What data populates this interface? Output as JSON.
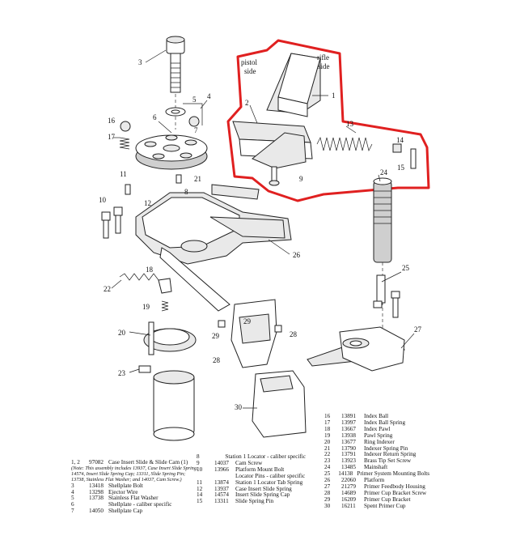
{
  "callouts": [
    "1",
    "2",
    "3",
    "4",
    "5",
    "6",
    "7",
    "8",
    "9",
    "10",
    "11",
    "12",
    "13",
    "14",
    "15",
    "16",
    "17",
    "18",
    "19",
    "20",
    "21",
    "22",
    "23",
    "24",
    "25",
    "26",
    "27",
    "28",
    "29",
    "30"
  ],
  "side_labels": {
    "pistol": "pistol",
    "pistol_side": "side",
    "rifle": "rifle",
    "rifle_side": "side"
  },
  "highlight_color": "#e02020",
  "legend_col1": [
    {
      "num": "1, 2",
      "code": "97082",
      "desc": "Case Insert Slide & Slide Cam (1)",
      "note": "(Note: This assembly includes 13937, Case Insert Slide Spring; 14574, Insert Slide Spring Cap; 13311, Slide Spring Pin; 13738, Stainless Flat Washer; and 14037, Cam Screw.)"
    },
    {
      "num": "3",
      "code": "13418",
      "desc": "Shellplate Bolt"
    },
    {
      "num": "4",
      "code": "13298",
      "desc": "Ejector Wire"
    },
    {
      "num": "5",
      "code": "13738",
      "desc": "Stainless Flat Washer"
    },
    {
      "num": "6",
      "code": "",
      "desc": "Shellplate - caliber specific"
    },
    {
      "num": "7",
      "code": "14050",
      "desc": "Shellplate Cap"
    }
  ],
  "legend_col2": [
    {
      "num": "8",
      "code": "",
      "desc": "Station 1 Locator - caliber specific"
    },
    {
      "num": "9",
      "code": "14037",
      "desc": "Cam Screw"
    },
    {
      "num": "10",
      "code": "13966",
      "desc": "Platform Mount Bolt"
    },
    {
      "num": "",
      "code": "",
      "desc": "Locator Pins - caliber specific"
    },
    {
      "num": "11",
      "code": "13874",
      "desc": "Station 1 Locator Tab Spring"
    },
    {
      "num": "12",
      "code": "13937",
      "desc": "Case Insert Slide Spring"
    },
    {
      "num": "14",
      "code": "14574",
      "desc": "Insert Slide Spring Cap"
    },
    {
      "num": "15",
      "code": "13311",
      "desc": "Slide Spring Pin"
    }
  ],
  "legend_col3": [
    {
      "num": "16",
      "code": "13891",
      "desc": "Index Ball"
    },
    {
      "num": "17",
      "code": "13997",
      "desc": "Index Ball Spring"
    },
    {
      "num": "18",
      "code": "13667",
      "desc": "Index Pawl"
    },
    {
      "num": "19",
      "code": "13938",
      "desc": "Pawl Spring"
    },
    {
      "num": "20",
      "code": "13677",
      "desc": "Ring Indexer"
    },
    {
      "num": "21",
      "code": "13790",
      "desc": "Indexer Spring Pin"
    },
    {
      "num": "22",
      "code": "13791",
      "desc": "Indexer Return Spring"
    },
    {
      "num": "23",
      "code": "13923",
      "desc": "Brass Tip Set Screw"
    },
    {
      "num": "24",
      "code": "13485",
      "desc": "Mainshaft"
    },
    {
      "num": "25",
      "code": "14138",
      "desc": "Primer System Mounting Bolts"
    },
    {
      "num": "26",
      "code": "22060",
      "desc": "Platform"
    },
    {
      "num": "27",
      "code": "21279",
      "desc": "Primer Feedbody Housing"
    },
    {
      "num": "28",
      "code": "14689",
      "desc": "Primer Cup Bracket Screw"
    },
    {
      "num": "29",
      "code": "16209",
      "desc": "Primer Cup Bracket"
    },
    {
      "num": "30",
      "code": "16211",
      "desc": "Spent Primer Cup"
    }
  ]
}
